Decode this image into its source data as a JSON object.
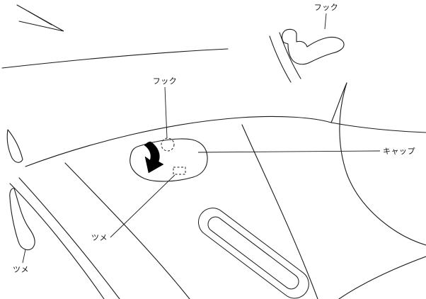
{
  "diagram": {
    "labels": {
      "hook_detail": "フック",
      "hook_main": "フック",
      "cap": "キャップ",
      "tab_main": "ツメ",
      "tab_detail": "ツメ"
    },
    "colors": {
      "line": "#1a1a1a",
      "background": "#ffffff",
      "arrow": "#000000"
    }
  }
}
